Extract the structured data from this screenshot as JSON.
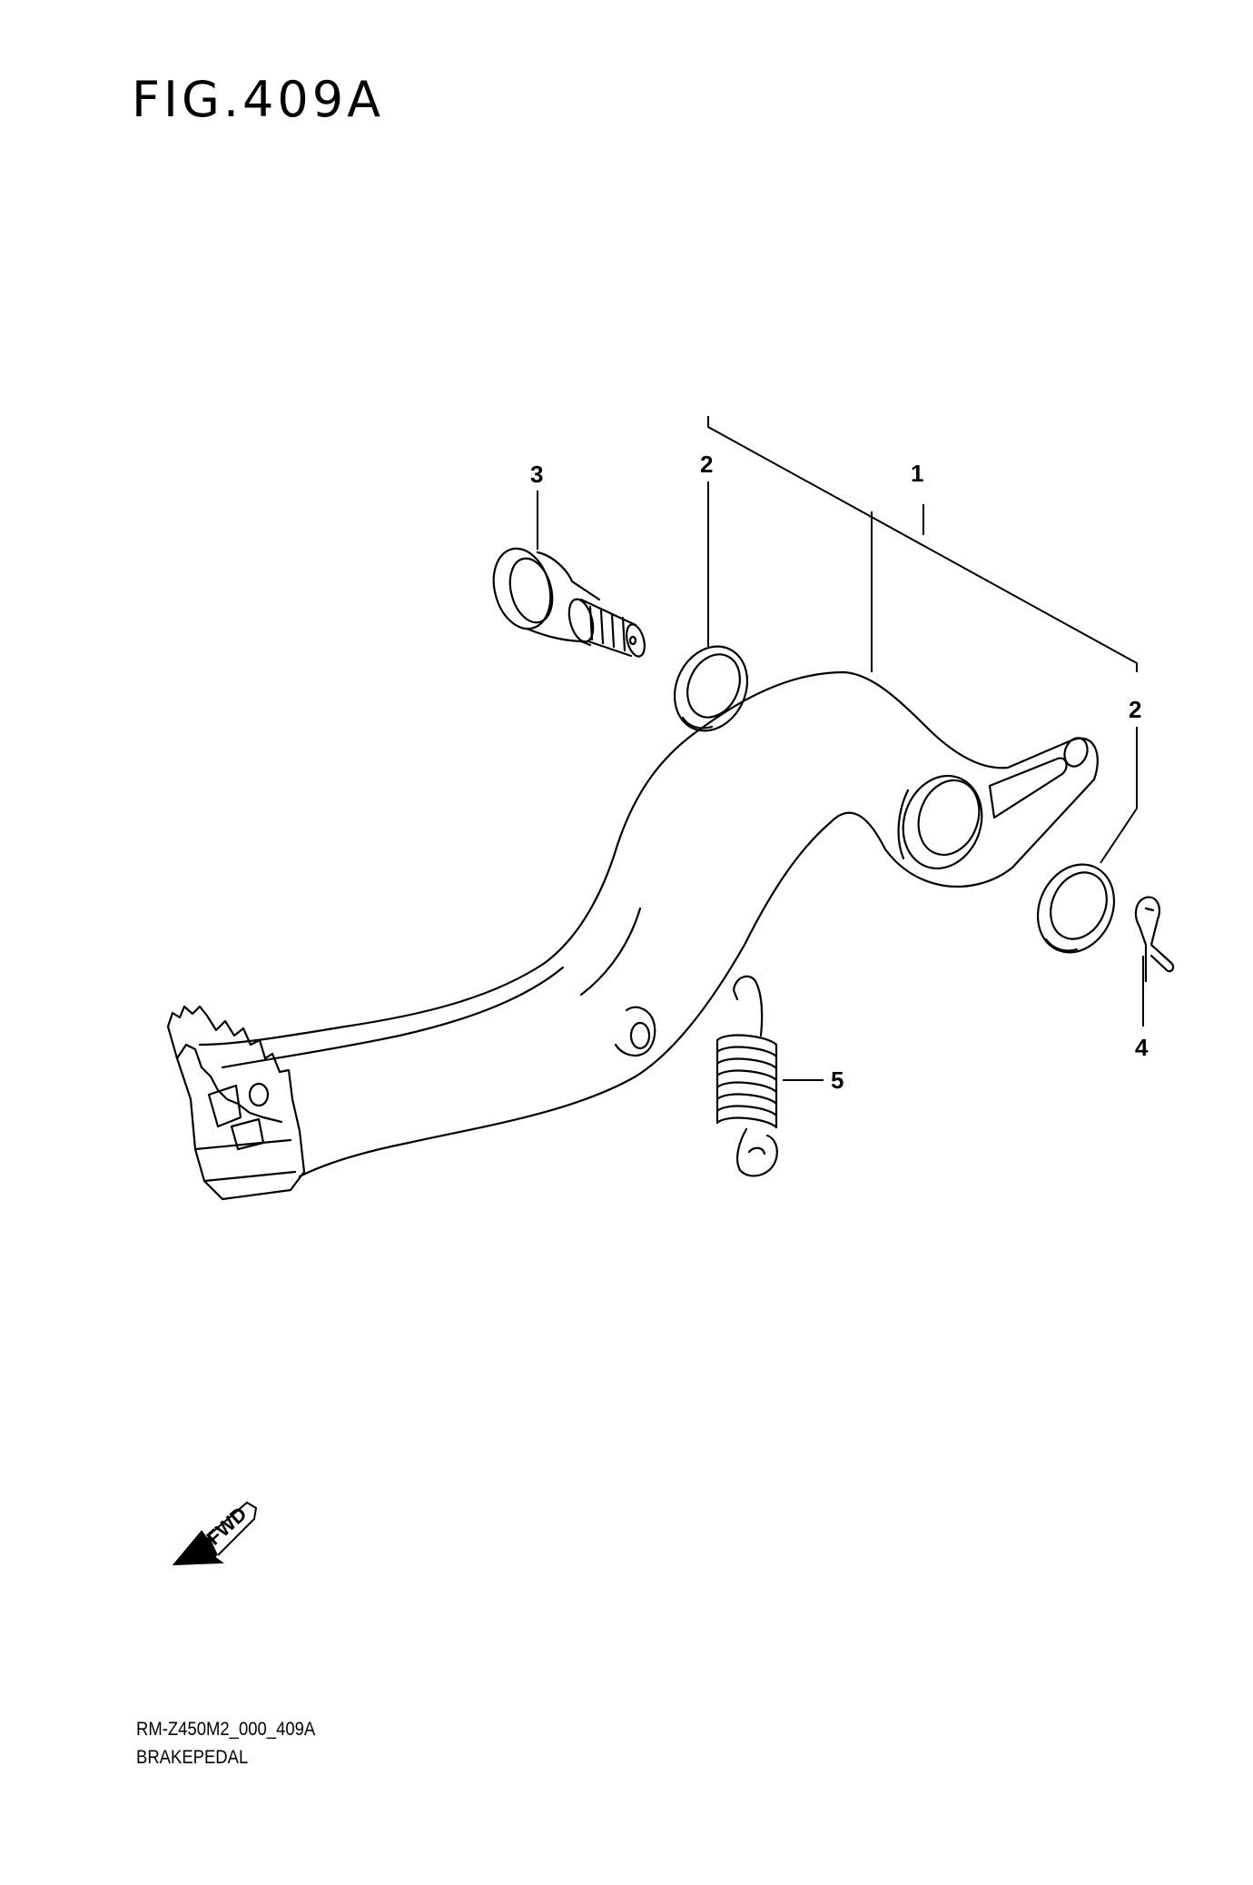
{
  "figure": {
    "title": "FIG.409A"
  },
  "callouts": [
    {
      "id": "brake-pedal",
      "number": "1"
    },
    {
      "id": "washer-top",
      "number": "2"
    },
    {
      "id": "washer-right",
      "number": "2"
    },
    {
      "id": "pivot-bolt",
      "number": "3"
    },
    {
      "id": "cotter-pin",
      "number": "4"
    },
    {
      "id": "return-spring",
      "number": "5"
    }
  ],
  "direction_arrow": {
    "label": "FWD",
    "icon": "fwd-arrow-icon"
  },
  "footer": {
    "code": "RM-Z450M2_000_409A",
    "name": "BRAKEPEDAL"
  }
}
